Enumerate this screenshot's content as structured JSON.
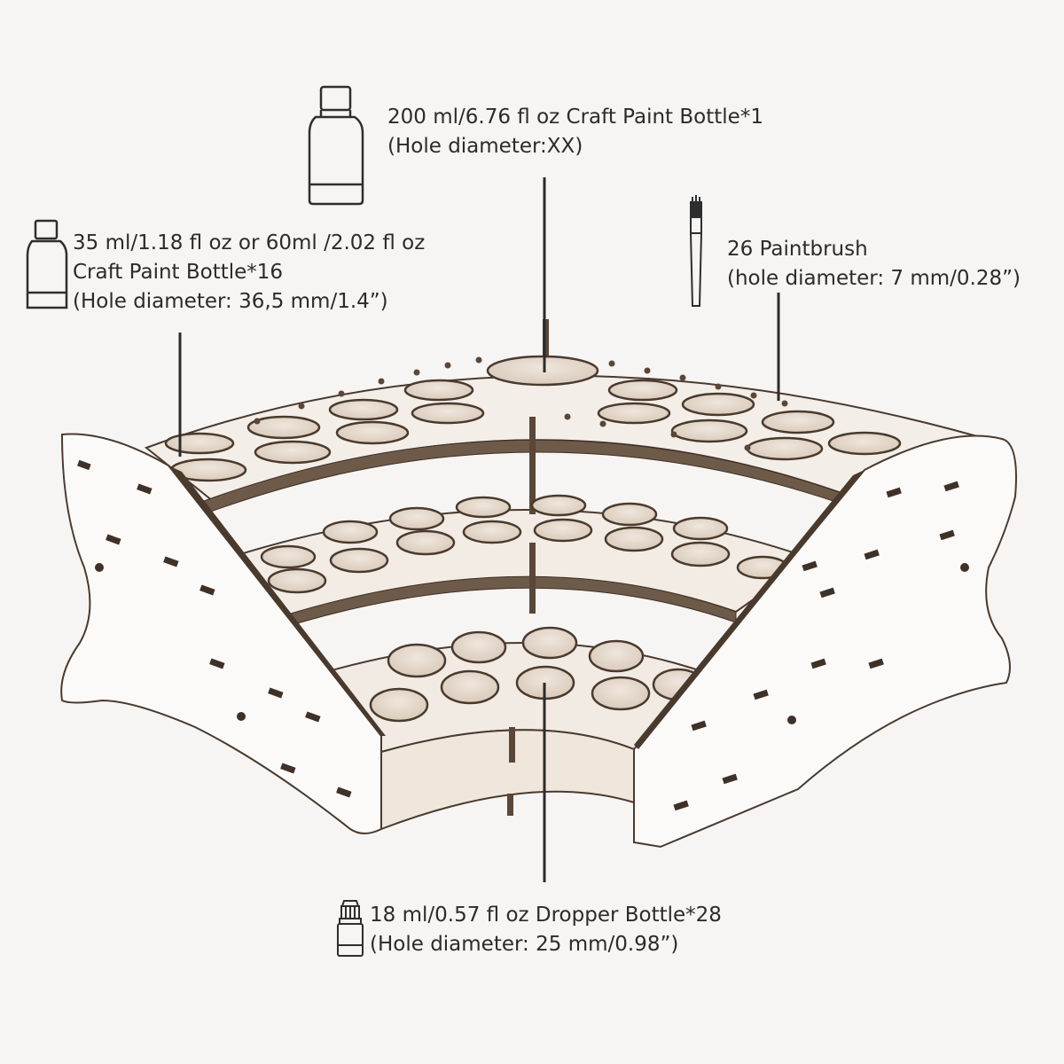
{
  "colors": {
    "background": "#f7f5f3",
    "wood_light": "#f1ebe4",
    "wood_side": "#fbfaf8",
    "wood_edge": "#4a3a2e",
    "hole_shadow": "#e3d7ca",
    "text": "#2b2b2b",
    "icon_stroke": "#2e2e2e"
  },
  "icons": {
    "large_bottle": "craft-bottle-200ml-icon",
    "medium_bottle": "craft-bottle-35ml-icon",
    "paintbrush": "paintbrush-icon",
    "dropper_bottle": "dropper-bottle-icon"
  },
  "annotations": {
    "large_bottle": {
      "line1": "200 ml/6.76 fl oz Craft Paint Bottle*1",
      "line2": "(Hole diameter:XX)"
    },
    "medium_bottle": {
      "line1": "35 ml/1.18 fl oz or 60ml /2.02 fl oz",
      "line2": "Craft Paint Bottle*16",
      "line3": "(Hole diameter: 36,5 mm/1.4”)"
    },
    "paintbrush": {
      "line1": "26 Paintbrush",
      "line2": "(hole diameter: 7 mm/0.28”)"
    },
    "dropper_bottle": {
      "line1": "18 ml/0.57 fl oz Dropper Bottle*28",
      "line2": "(Hole diameter: 25 mm/0.98”)"
    }
  }
}
